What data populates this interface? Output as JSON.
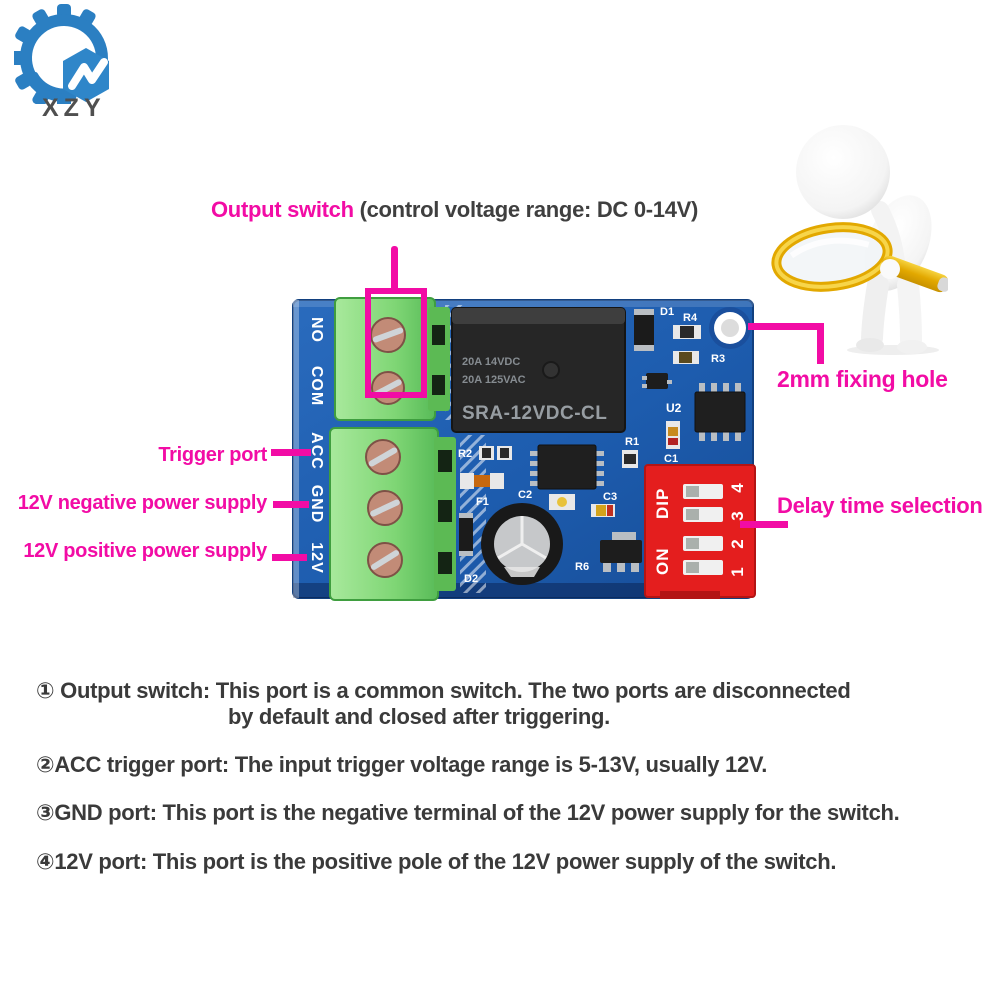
{
  "brand": {
    "logo_text": "XZY"
  },
  "title": {
    "highlight": "Output switch",
    "rest": " (control voltage range: DC 0-14V)"
  },
  "callouts": {
    "trigger": "Trigger port",
    "negative": "12V negative power supply",
    "positive": "12V positive power supply",
    "fixing_hole": "2mm fixing hole",
    "delay": "Delay time selection"
  },
  "board": {
    "silkscreen": [
      "NO",
      "COM",
      "ACC",
      "GND",
      "12V"
    ],
    "relay": {
      "rating1": "20A 14VDC",
      "rating2": "20A 125VAC",
      "model": "SRA-12VDC-CL"
    },
    "dip": {
      "on": "ON",
      "dip": "DIP",
      "numbers": [
        "1",
        "2",
        "3",
        "4"
      ]
    },
    "refs": {
      "d1": "D1",
      "r4": "R4",
      "r3": "R3",
      "u2": "U2",
      "c1": "C1",
      "r1": "R1",
      "r2": "R2",
      "f1": "F1",
      "c2": "C2",
      "c3": "C3",
      "d2": "D2",
      "r6": "R6"
    }
  },
  "notes": [
    {
      "line1": "① Output switch: This port is a common switch. The two ports are disconnected",
      "line2": "by default and closed after triggering."
    },
    {
      "line1": "②ACC trigger port: The input trigger voltage range is 5-13V, usually 12V."
    },
    {
      "line1": "③GND port: This port is the negative terminal of the 12V power supply for the switch."
    },
    {
      "line1": "④12V port: This port is the positive pole of the 12V power supply of the switch."
    }
  ],
  "colors": {
    "accent": "#f20ca5",
    "pcb_blue": "#1d5cae",
    "terminal_green": "#7fd675",
    "dip_red": "#e41e1e",
    "logo_blue": "#2b7fc2",
    "text_dark": "#3a3a3a",
    "gold": "#e9b80c"
  }
}
